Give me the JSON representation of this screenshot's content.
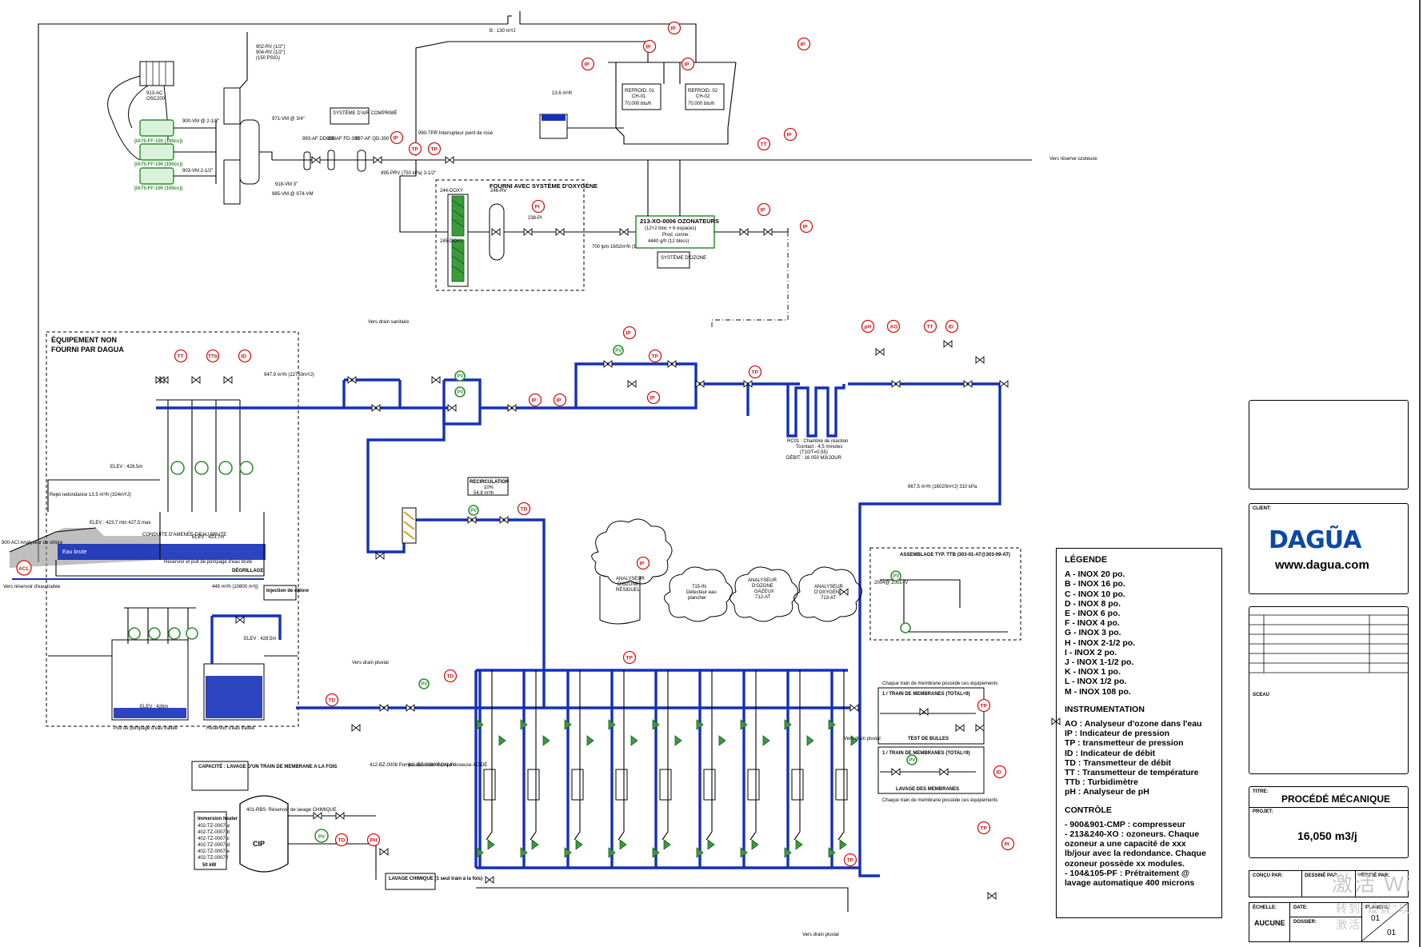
{
  "diagram": {
    "top_flow_label": "B : 130 m³/J",
    "system_air": "SYSTÈME D'AIR COMPRIMÉ",
    "oxy_box_title": "FOURNI AVEC SYSTÈME D'OXYGÈNE",
    "ozone_gen": [
      "213-XO-0006 OZONATEURS",
      "(12+2 bloc + 6 espaces)",
      "Prod. conne:",
      "4440 g/h (12 blocs)"
    ],
    "ozone_system": "SYSTÈME D'OZONE",
    "chiller_1": [
      "REFROID. 01",
      "CH-01",
      "70,000 btu/h"
    ],
    "chiller_2": [
      "REFROID. 02",
      "CH-02",
      "70,000 btu/h"
    ],
    "vent": "Vers réserve ozoteuse",
    "non_supplied": [
      "ÉQUIPEMENT NON",
      "FOURNI PAR DAGUA"
    ],
    "elev_1": "ELEV : 428,5m",
    "elev_2": "ELEV : 423,7 min 427,5 max",
    "elev_3": "ELEV : 423,7m",
    "elev_4": "ELEV : 428,5m",
    "elev_5": "ELEV : 426m",
    "raw_water_pipe": "CONDUITE D'AMENÉE D'EAU BRUTE",
    "raw_water": "Eau brute",
    "reservoir_raw": "Réservoir et puit de pompage d'eau brute",
    "degrillage": "DÉGRILLAGE",
    "rejet": "Rejet redondance 13.5 m³/h (324m³/J)",
    "acl": "ACL",
    "acl_label": "900-ACI Analyseur de chlore",
    "to_treated": "Vers réservoir d'eau traitée",
    "treated_well": "Puit de pompage d'eau traitée",
    "treated_reservoir": "Réservoir d'eau traitée",
    "chlorine_inj": "Injection de chlore",
    "flow_pre": "449 m³/h (10800 m³/j)",
    "recirc_box": [
      "RECIRCULATION",
      "10%",
      "54,8 m³/h"
    ],
    "reaction_chamber": [
      "RC01 : Chambre de réaction",
      "Tcontact : 4,5 minutes",
      "(T10/T=0.55)",
      "DÉBIT : 16 050 M3/JOUR"
    ],
    "cloud_1": [
      "ANALYSEUR",
      "D'OZONE",
      "RÉSIDUEL"
    ],
    "cloud_2": [
      "715-IN",
      "Détecteur eau",
      "plancher"
    ],
    "cloud_3": [
      "ANALYSEUR",
      "D'OZONE",
      "GAZEUX",
      "712-AT"
    ],
    "cloud_4": [
      "ANALYSEUR",
      "D'OXYGÈNE",
      "713-AT"
    ],
    "ttb_box": "ASSEMBLAGE TYP. TTB (303-01-AT@303-09-AT)",
    "membrane_test": "1 / TRAIN DE MEMBRANES (TOTAL=9)",
    "bubble_test": "TEST DE BULLES",
    "membrane_wash": "LAVAGE DES MEMBRANES",
    "membrane_note": "Chaque train de membrane possède ces équipements",
    "cip": "CIP",
    "cip_tank": "401-RBS: Réservoir de lavage CHIMIQUE",
    "capacity": "CAPACITÉ : LAVAGE D'UN TRAIN DE MEMBRANE A LA FOIS",
    "alcalin": "412-BZ-0008 Pompe doseuse ALCALIN",
    "acide": "411-BZ-0008 Pompe doseuse ACIDE",
    "chem_wash": "LAVAGE CHIMIQUE (1 seul train à la fois)",
    "heater": [
      "Immersion heater",
      "402-TZ-0007-a",
      "402-TZ-0007-b",
      "402-TZ-0007-c",
      "402-TZ-0007-d",
      "402-TZ-0007-e",
      "402-TZ-0007-f",
      "50 kW"
    ],
    "drain": "Vers drain pluvial",
    "drain_san": "Vers drain sanitaire",
    "flow_main": "947.9 m³/h (22750m³/J)",
    "flow_perm": "667,5 m³/h (16020m³/J) 310 kPa"
  },
  "legend": {
    "title": "LÉGENDE",
    "pipes": [
      "A  -  INOX 20 po.",
      "B  -  INOX 16 po.",
      "C  -  INOX 10 po.",
      "D  -  INOX 8 po.",
      "E  -  INOX 6 po.",
      "F  -  INOX 4 po.",
      "G  -  INOX 3 po.",
      "H  -  INOX 2-1/2 po.",
      "I  -  INOX 2 po.",
      "J  -  INOX 1-1/2 po.",
      "K  -  INOX 1 po.",
      "L  -  INOX 1/2 po.",
      "M  -  INOX 108 po."
    ],
    "instr_title": "INSTRUMENTATION",
    "instr": [
      "AO : Analyseur d'ozone dans l'eau",
      "IP : Indicateur de pression",
      "TP : transmetteur de pression",
      "ID : Indicateur de débit",
      "TD : Transmetteur de débit",
      "TT : Transmetteur de température",
      "TTb : Turbidimètre",
      "pH : Analyseur de pH"
    ],
    "ctl_title": "CONTRÔLE",
    "ctl": [
      "- 900&901-CMP : compresseur",
      "- 213&240-XO : ozoneurs. Chaque ozoneur a une capacité de xxx lb/jour avec la redondance. Chaque ozoneur possède xx modules.",
      "- 104&105-PF : Prétraitement @ lavage automatique 400 microns"
    ]
  },
  "title_block": {
    "client_label": "CLIENT:",
    "logo": "DAGŨA",
    "url": "www.dagua.com",
    "sceau": "SCEAU",
    "titre_label": "TITRE:",
    "title": "PROCÉDÉ MÉCANIQUE",
    "projet_label": "PROJET:",
    "project": "16,050 m3/j",
    "concu": "CONÇU PAR:",
    "dessine": "DESSINÉ PAR:",
    "verifie": "VÉRIFIÉ PAR:",
    "echelle_label": "ÉCHELLE:",
    "echelle": "AUCUNE",
    "date_label": "DATE:",
    "dossier_label": "DOSSIER:",
    "planche_label": "PLANCHE:",
    "planche": "01",
    "planche_of": "01"
  },
  "watermark": [
    "激活 Wi",
    "转到\"设置\"以激活"
  ]
}
